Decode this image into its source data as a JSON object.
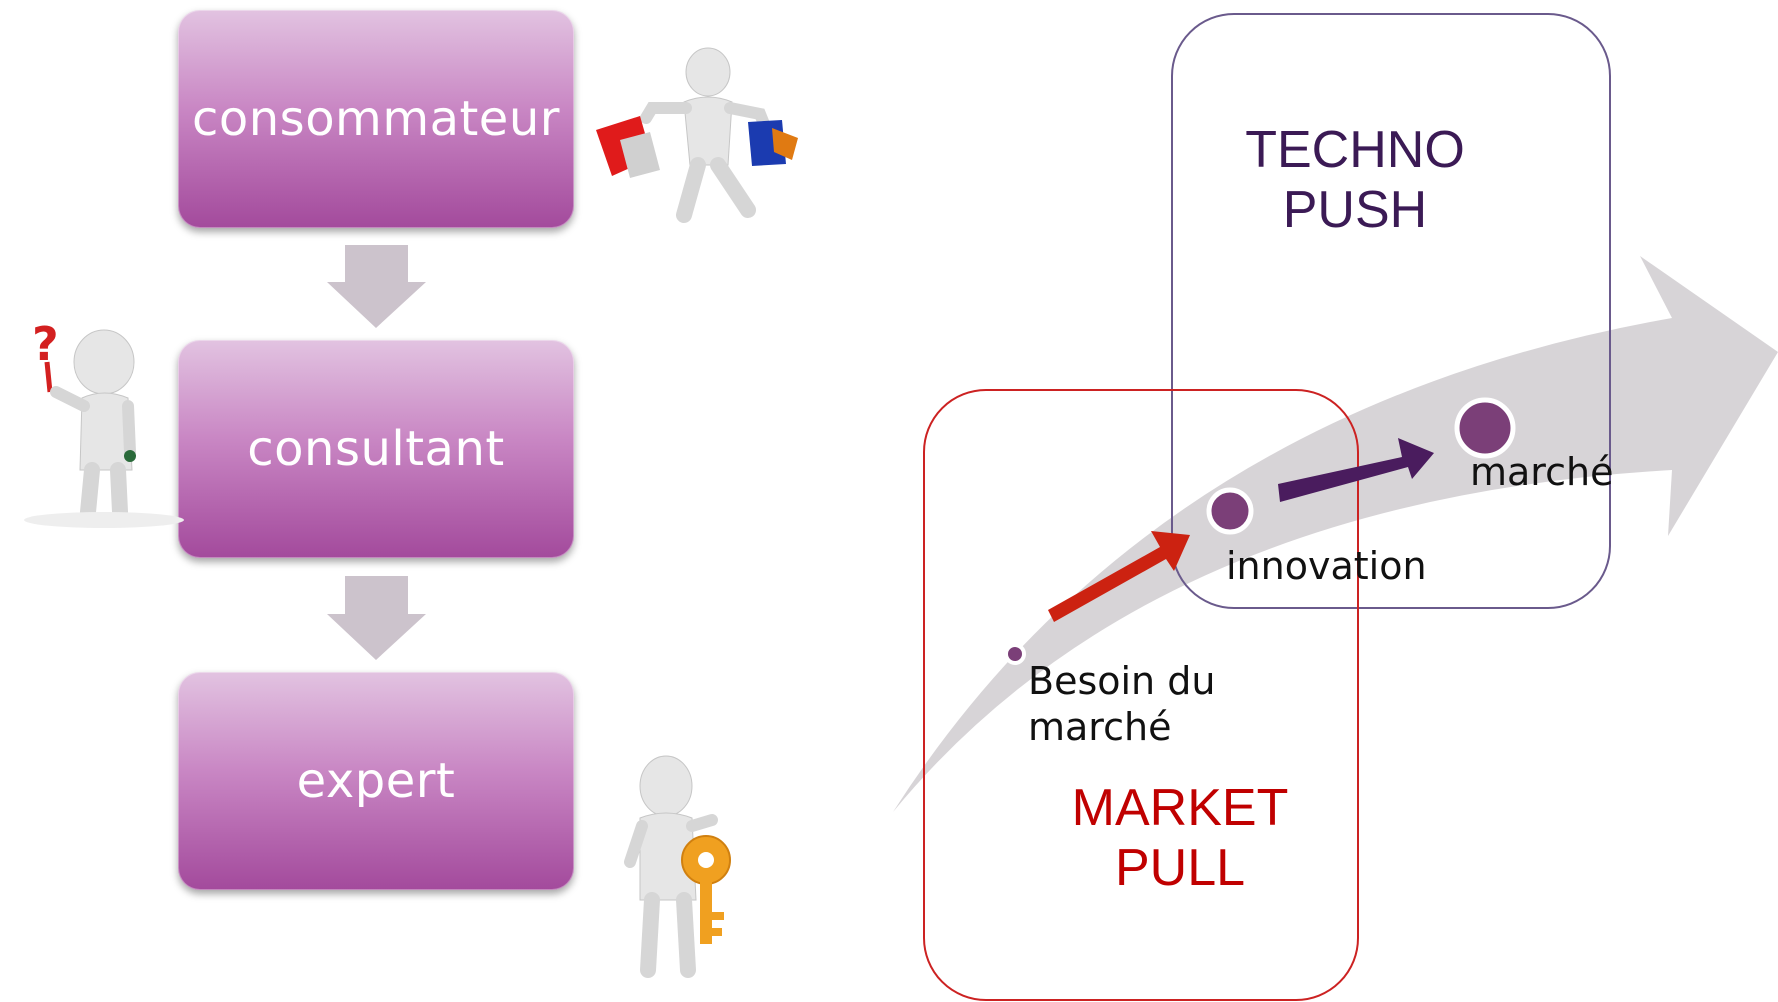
{
  "flow": {
    "steps": [
      {
        "label": "consommateur"
      },
      {
        "label": "consultant"
      },
      {
        "label": "expert"
      }
    ]
  },
  "diagram": {
    "techno_push": {
      "line1": "TECHNO",
      "line2": "PUSH",
      "color": "#3b1a55"
    },
    "market_pull": {
      "line1": "MARKET",
      "line2": "PULL",
      "color": "#c00000"
    },
    "points": {
      "need_line1": "Besoin du",
      "need_line2": "marché",
      "innovation": "innovation",
      "market": "marché"
    },
    "colors": {
      "dot": "#7b3f78",
      "red_arrow": "#cc2211",
      "purple_arrow": "#4a1c5e",
      "swoosh": "#d3cfd3",
      "techno_border": "#6a5a8c",
      "market_border": "#cc2222"
    }
  }
}
